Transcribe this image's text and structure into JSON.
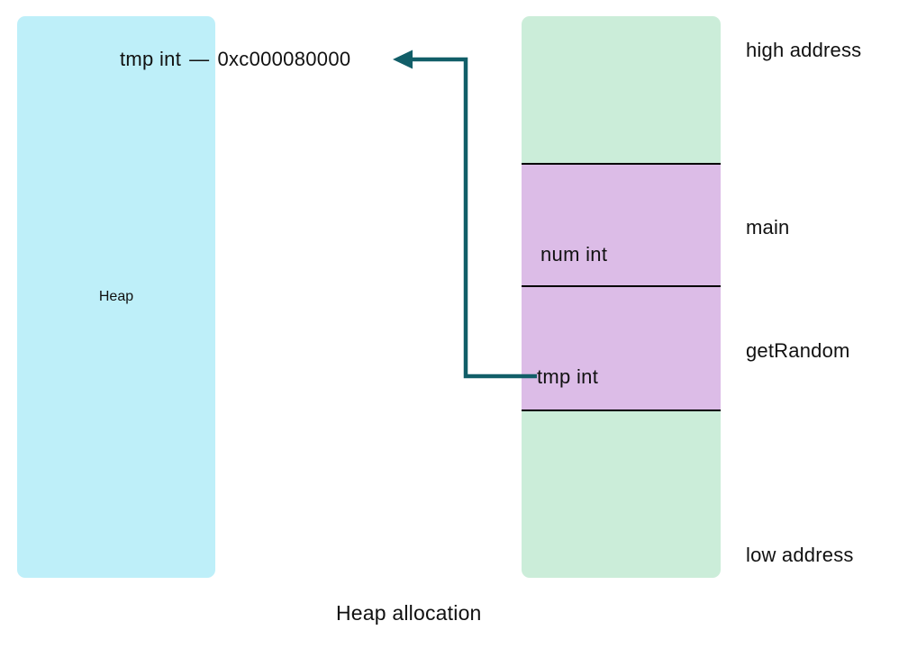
{
  "diagram": {
    "caption": "Heap allocation",
    "heap": {
      "label": "Heap",
      "fill": "#BEEFF9"
    },
    "pointer": {
      "variable": "tmp int",
      "separator": "—",
      "address": "0xc000080000",
      "arrow_color": "#115E68"
    },
    "stack": {
      "fill_free": "#CBEDD9",
      "fill_frame": "#DCBCE7",
      "divider_color": "#000000",
      "segments": [
        {
          "label": "",
          "kind": "free"
        },
        {
          "label": "num int",
          "kind": "frame"
        },
        {
          "label": "tmp int",
          "kind": "frame"
        },
        {
          "label": "",
          "kind": "free"
        }
      ]
    },
    "address_labels": {
      "high": "high address",
      "main": "main",
      "getrandom": "getRandom",
      "low": "low address"
    }
  }
}
